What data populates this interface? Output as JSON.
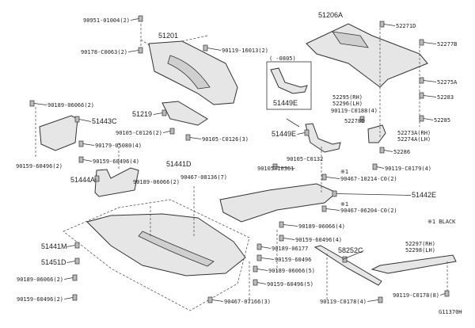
{
  "diagram": {
    "labels": [
      "90951-01004(2)",
      "90178-C0063(2)",
      "51201",
      "90119-16013(2)",
      "90189-06066(2)",
      "51443C",
      "51219",
      "90105-C0126(2)",
      "90105-C0126(3)",
      "90179-05080(4)",
      "90159-60496(4)",
      "90159-60496(2)",
      "51441D",
      "51444A",
      "90189-06066(2)",
      "90467-08136(7)",
      "51441M",
      "51451D",
      "90189-06066(2)",
      "90159-60496(2)",
      "90467-07166(3)",
      "51206A",
      "52271D",
      "52277B",
      "51449E",
      "( -0805)",
      "52275A",
      "52283",
      "52295(RH)",
      "52296(LH)",
      "90119-C0188(4)",
      "52278C",
      "52285",
      "51449E",
      "52273A(RH)",
      "52274A(LH)",
      "52286",
      "90105-C0132",
      "90105-10361",
      "90119-C0179(4)",
      "※1",
      "90467-10214-C0(2)",
      "51442E",
      "※1",
      "90467-06204-C0(2)",
      "※1 BLACK",
      "90189-06066(4)",
      "90159-60496(4)",
      "90189-06177",
      "58252C",
      "52297(RH)",
      "52298(LH)",
      "90159-60496",
      "90189-06066(5)",
      "90159-60496(5)",
      "90119-C0178(4)",
      "90119-C0178(8)",
      "G11370H"
    ]
  }
}
